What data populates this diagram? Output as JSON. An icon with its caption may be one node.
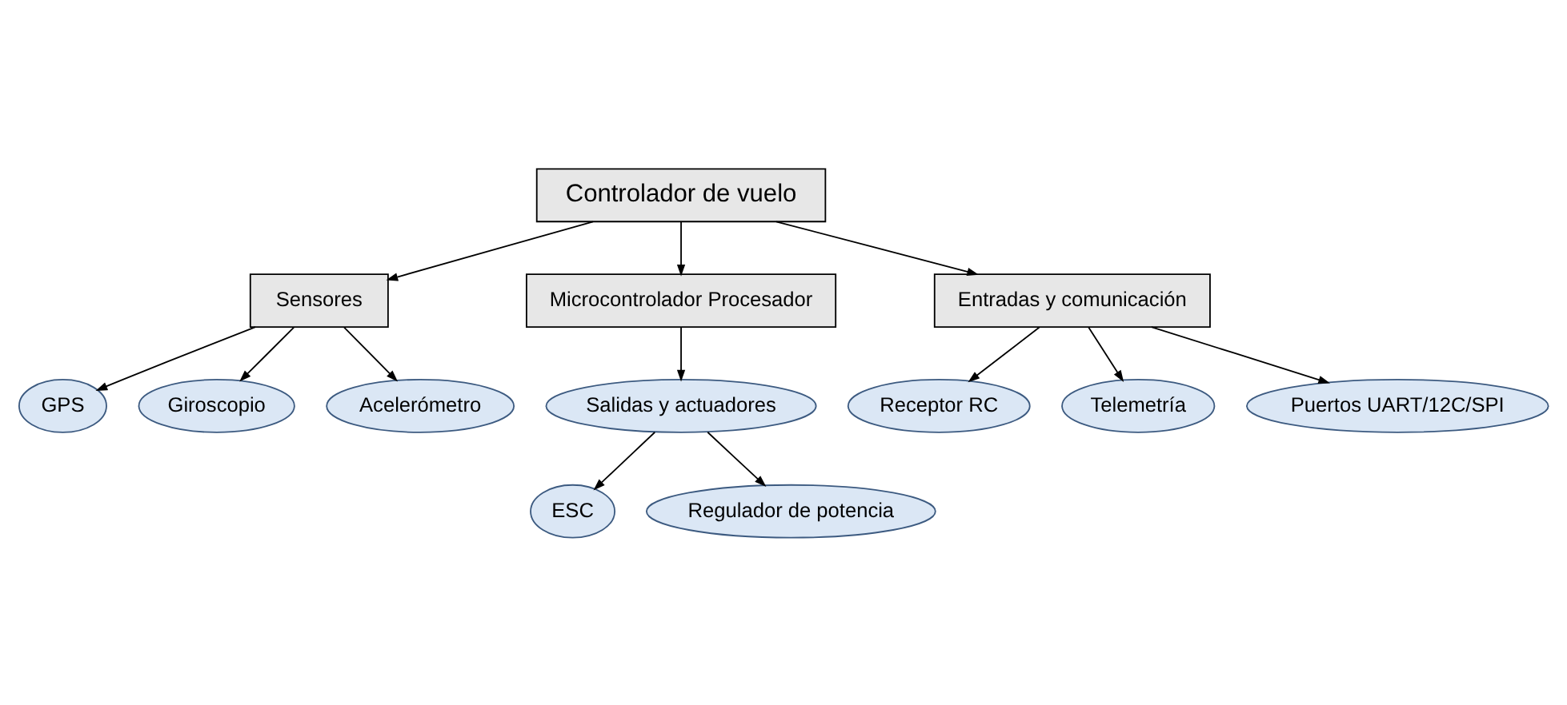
{
  "diagram": {
    "nodes": [
      {
        "text": [
          "Controlador de vuelo"
        ]
      },
      {
        "text": [
          "Sensores"
        ]
      },
      {
        "text": [
          "Microcontrolador Procesador"
        ]
      },
      {
        "text": [
          "Entradas y comunicación"
        ]
      },
      {
        "text": [
          "GPS"
        ]
      },
      {
        "text": [
          "Giroscopio"
        ]
      },
      {
        "text": [
          "Acelerómetro"
        ]
      },
      {
        "text": [
          "Salidas y actuadores"
        ]
      },
      {
        "text": [
          "ESC"
        ]
      },
      {
        "text": [
          "Regulador de potencia"
        ]
      },
      {
        "text": [
          "Receptor RC"
        ]
      },
      {
        "text": [
          "Telemetría"
        ]
      },
      {
        "text": [
          "Puertos UART/12C/SPI"
        ]
      }
    ],
    "edges": [
      {
        "from": 0,
        "to": 1,
        "arrow": "to"
      },
      {
        "from": 0,
        "to": 2,
        "arrow": "to"
      },
      {
        "from": 0,
        "to": 3,
        "arrow": "to"
      },
      {
        "from": 1,
        "to": 4,
        "arrow": "to"
      },
      {
        "from": 1,
        "to": 5,
        "arrow": "to"
      },
      {
        "from": 1,
        "to": 6,
        "arrow": "to"
      },
      {
        "from": 2,
        "to": 7,
        "arrow": "to"
      },
      {
        "from": 7,
        "to": 8,
        "arrow": "to"
      },
      {
        "from": 7,
        "to": 9,
        "arrow": "to"
      },
      {
        "from": 3,
        "to": 10,
        "arrow": "to"
      },
      {
        "from": 3,
        "to": 11,
        "arrow": "to"
      },
      {
        "from": 3,
        "to": 12,
        "arrow": "to"
      }
    ]
  }
}
